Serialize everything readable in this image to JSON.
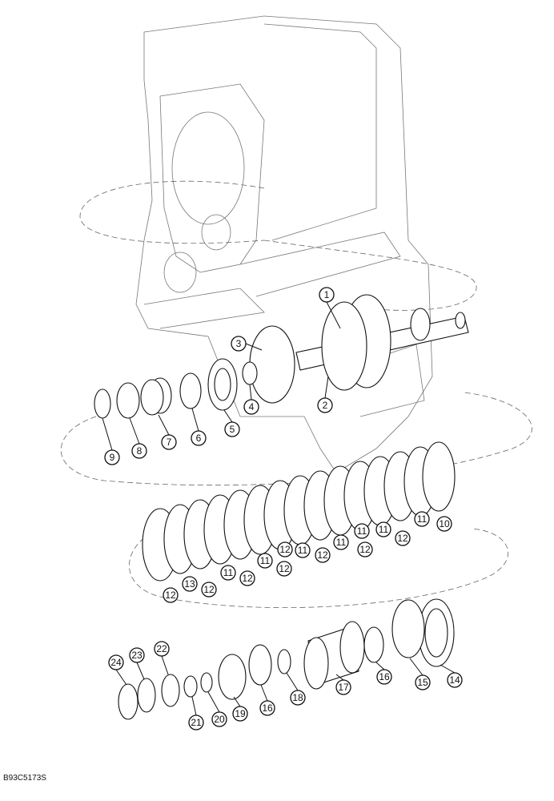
{
  "figure_code": "B93C5173S",
  "callouts": [
    "1",
    "2",
    "3",
    "4",
    "5",
    "6",
    "7",
    "8",
    "9",
    "10",
    "11",
    "11",
    "11",
    "11",
    "11",
    "11",
    "11",
    "12",
    "12",
    "12",
    "12",
    "12",
    "12",
    "12",
    "12",
    "13",
    "14",
    "15",
    "16",
    "16",
    "17",
    "18",
    "19",
    "20",
    "21",
    "22",
    "23",
    "24"
  ]
}
